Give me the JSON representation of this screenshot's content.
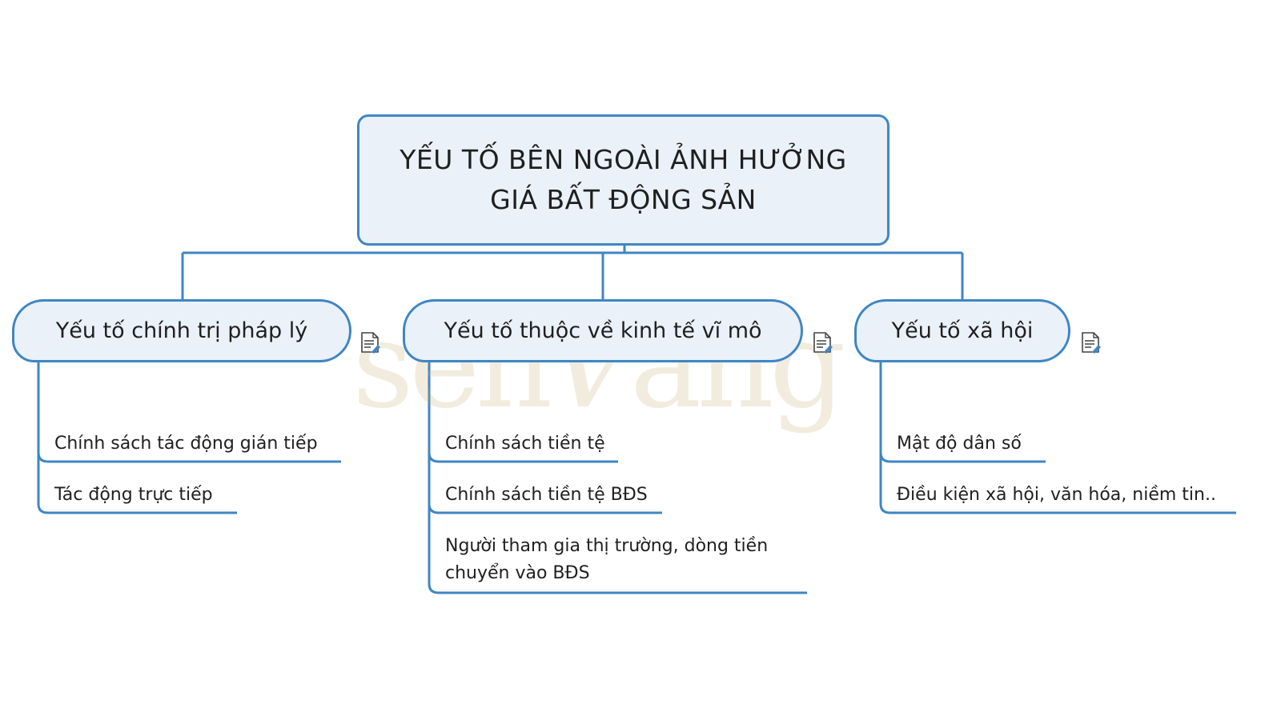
{
  "colors": {
    "accent": "#3f86c4",
    "node_fill": "#eaf1f8",
    "watermark": "#c8ab6f"
  },
  "central": {
    "line1": "YẾU TỐ BÊN NGOÀI ẢNH HƯỞNG",
    "line2": "GIÁ BẤT ĐỘNG SẢN"
  },
  "branches": [
    {
      "label": "Yếu tố chính trị pháp lý",
      "items": [
        "Chính sách tác động gián tiếp",
        "Tác động trực tiếp"
      ]
    },
    {
      "label": "Yếu tố thuộc về kinh tế vĩ mô",
      "items": [
        "Chính sách tiền tệ",
        "Chính sách tiền tệ BĐS",
        "Người tham gia thị trường, dòng tiền chuyển vào BĐS"
      ]
    },
    {
      "label": "Yếu tố xã hội",
      "items": [
        "Mật độ dân số",
        "Điều kiện xã hội, văn hóa, niềm tin.."
      ]
    }
  ],
  "watermark": "sen vàng",
  "icons": [
    "note-icon",
    "note-icon",
    "note-icon"
  ]
}
